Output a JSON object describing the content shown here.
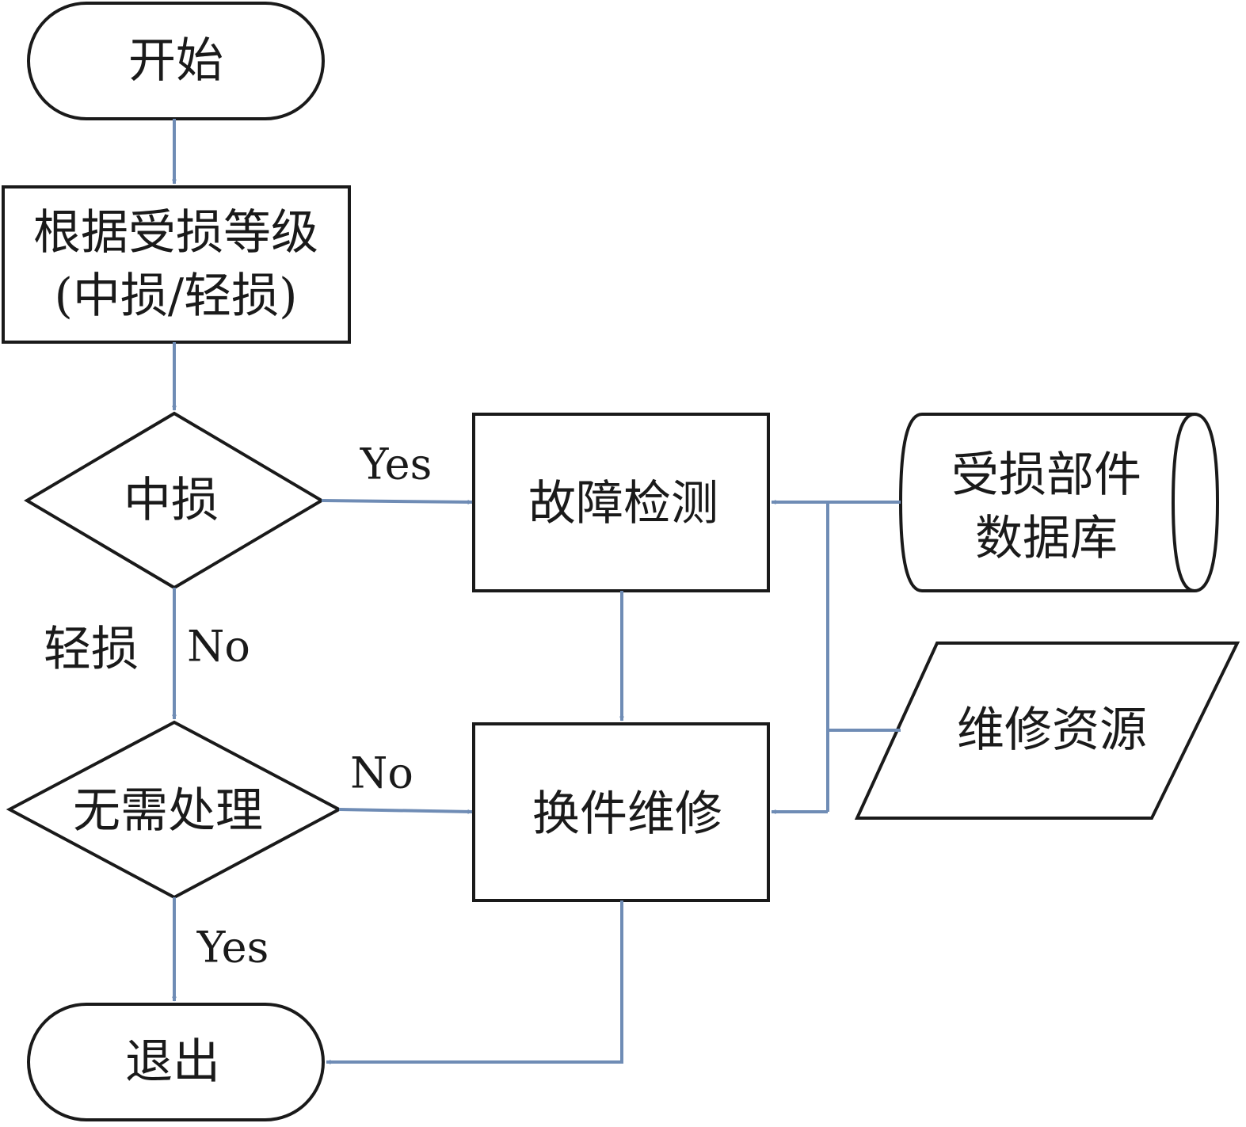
{
  "nodes": {
    "start": "开始",
    "grade_line1": "根据受损等级",
    "grade_line2": "(中损/轻损)",
    "medium_damage": "中损",
    "fault_detection": "故障检测",
    "damaged_parts_db_line1": "受损部件",
    "damaged_parts_db_line2": "数据库",
    "no_processing": "无需处理",
    "replace_repair": "换件维修",
    "maintenance_resources": "维修资源",
    "exit": "退出"
  },
  "edges": {
    "medium_yes": "Yes",
    "light_damage": "轻损",
    "medium_no": "No",
    "noproc_no": "No",
    "noproc_yes": "Yes"
  },
  "colors": {
    "connector": "#6f8cb5",
    "outline": "#1a1a1a"
  }
}
